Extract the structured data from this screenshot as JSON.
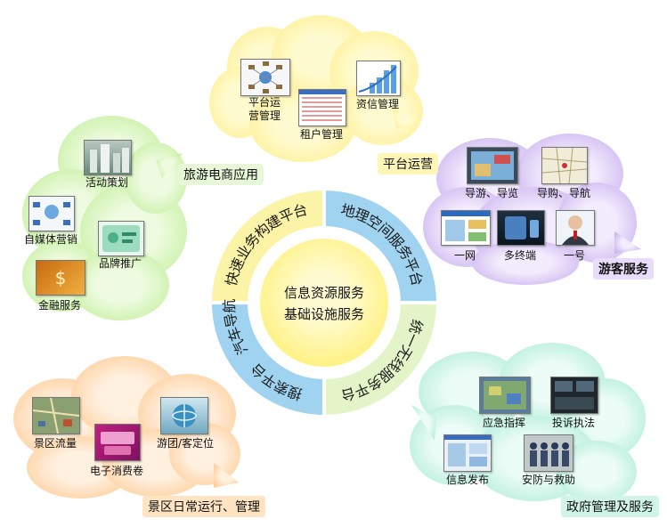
{
  "center": {
    "line1": "信息资源服务",
    "line2": "基础设施服务"
  },
  "ring": [
    "快速业务构建平台",
    "地理空间服务平台",
    "统一无线服务平台",
    "搜索平台",
    "汽车导航"
  ],
  "clouds": {
    "platform": {
      "caption": "平台运营",
      "items": [
        "平台运营管理",
        "租户管理",
        "资信管理"
      ],
      "item1_line1": "平台运",
      "item1_line2": "营管理"
    },
    "ecommerce": {
      "caption": "旅游电商应用",
      "items": [
        "活动策划",
        "自媒体营销",
        "品牌推广",
        "金融服务"
      ]
    },
    "tourist": {
      "caption": "游客服务",
      "items": [
        "导游、导览",
        "导购、导航",
        "一网",
        "多终端",
        "一号"
      ]
    },
    "scenic": {
      "caption": "景区日常运行、管理",
      "items": [
        "景区流量",
        "电子消费卷",
        "游团/客定位"
      ]
    },
    "gov": {
      "caption": "政府管理及服务",
      "items": [
        "应急指挥",
        "投诉执法",
        "信息发布",
        "安防与救助"
      ]
    }
  },
  "colors": {
    "yellow_cloud": "#fff6a8",
    "green_cloud": "#d6f5b8",
    "purple_cloud": "#dcc9f5",
    "orange_cloud": "#ffd9b0",
    "teal_cloud": "#c4f2e4",
    "ring_yellow": "#fbf3a6",
    "ring_blue": "#9fd3f0",
    "ring_green": "#e3f5c8",
    "center": "#fff07a"
  }
}
